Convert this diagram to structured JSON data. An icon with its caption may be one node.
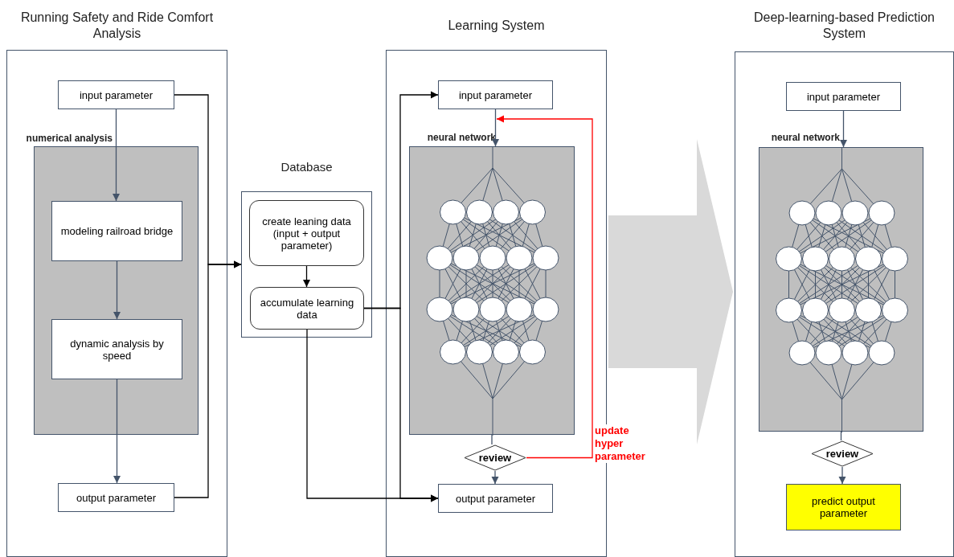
{
  "diagram": {
    "nodes": [
      {
        "text": [
          "Running Safety and Ride Comfort Analysis"
        ]
      },
      {
        "text": [
          "input parameter"
        ],
        "in": 0
      },
      {
        "text": [
          "numerical analysis"
        ],
        "in": 0
      },
      {
        "text": [
          "modeling railroad bridge"
        ],
        "in": 2
      },
      {
        "text": [
          "dynamic analysis by speed"
        ],
        "in": 2
      },
      {
        "text": [
          "output parameter"
        ],
        "in": 0
      },
      {
        "text": [
          "Database"
        ]
      },
      {
        "text": [
          "create leaning data (input + output parameter)"
        ],
        "in": 6
      },
      {
        "text": [
          "accumulate learning data"
        ],
        "in": 6
      },
      {
        "text": [
          "Learning System"
        ]
      },
      {
        "text": [
          "input parameter"
        ],
        "in": 9
      },
      {
        "text": [
          "neural network"
        ],
        "in": 9
      },
      {
        "text": [
          "review"
        ],
        "in": 9
      },
      {
        "text": [
          "output parameter"
        ],
        "in": 9
      },
      {
        "text": [
          "Deep-learning-based Prediction System"
        ]
      },
      {
        "text": [
          "input parameter"
        ],
        "in": 14
      },
      {
        "text": [
          "neural network"
        ],
        "in": 14
      },
      {
        "text": [
          "review"
        ],
        "in": 14
      },
      {
        "text": [
          "predict output parameter"
        ],
        "in": 14
      }
    ],
    "edges": [
      {
        "from": 1,
        "to": 3,
        "arrow": "to"
      },
      {
        "from": 3,
        "to": 4,
        "arrow": "to"
      },
      {
        "from": 4,
        "to": 5,
        "arrow": "to"
      },
      {
        "from": 1,
        "to": 6,
        "arrow": "to",
        "color": "#000000"
      },
      {
        "from": 5,
        "to": 6,
        "arrow": "to",
        "color": "#000000"
      },
      {
        "from": 7,
        "to": 8,
        "arrow": "to",
        "color": "#000000"
      },
      {
        "from": 8,
        "to": 10,
        "arrow": "to",
        "color": "#000000"
      },
      {
        "from": 8,
        "to": 13,
        "arrow": "to",
        "color": "#000000"
      },
      {
        "from": 8,
        "to": 13,
        "arrow": "to",
        "color": "#000000"
      },
      {
        "from": 10,
        "to": 11,
        "arrow": "to"
      },
      {
        "from": 11,
        "to": 12,
        "arrow": "none"
      },
      {
        "from": 12,
        "to": 13,
        "arrow": "to"
      },
      {
        "from": 12,
        "to": 11,
        "arrow": "to",
        "label": "update hyper parameter",
        "color": "#ff0000"
      },
      {
        "from": 9,
        "to": 14,
        "arrow": "to",
        "style": "thick",
        "color": "#d9d9d9"
      },
      {
        "from": 15,
        "to": 16,
        "arrow": "to"
      },
      {
        "from": 16,
        "to": 17,
        "arrow": "none"
      },
      {
        "from": 17,
        "to": 18,
        "arrow": "to"
      }
    ]
  }
}
